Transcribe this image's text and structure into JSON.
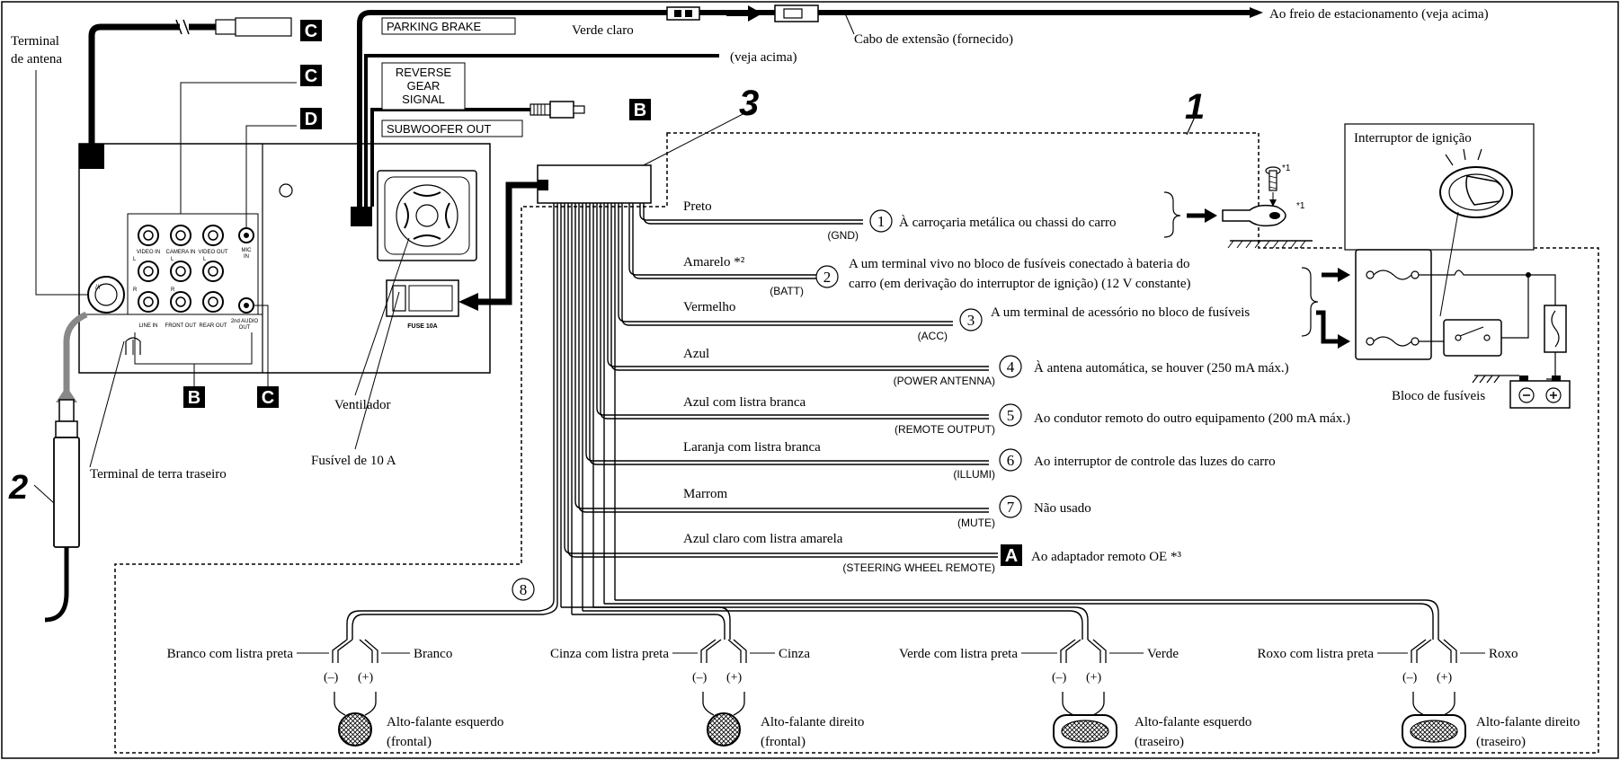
{
  "letters": {
    "A": "A",
    "B": "B",
    "C": "C",
    "D": "D"
  },
  "numbers": {
    "n1": "1",
    "n2": "2",
    "n3": "3"
  },
  "top": {
    "parking_brake": "PARKING BRAKE",
    "verde_claro": "Verde claro",
    "cabo_extensao": "Cabo de extensão (fornecido)",
    "ao_freio": "Ao freio de estacionamento (veja acima)",
    "veja_acima": "(veja acima)",
    "reverse_1": "REVERSE",
    "reverse_2": "GEAR",
    "reverse_3": "SIGNAL",
    "subwoofer_out": "SUBWOOFER OUT"
  },
  "left": {
    "terminal_antena_1": "Terminal",
    "terminal_antena_2": "de antena",
    "terminal_terra": "Terminal de terra traseiro",
    "ventilador": "Ventilador",
    "fusivel": "Fusível de 10 A",
    "fuse_label": "FUSE 10A"
  },
  "jacks": {
    "video_in": "VIDEO IN",
    "camera_in": "CAMERA IN",
    "video_out": "VIDEO OUT",
    "mic_in_1": "MIC",
    "mic_in_2": "IN",
    "line_in": "LINE IN",
    "front_out": "FRONT OUT",
    "rear_out": "REAR OUT",
    "audio_out_1": "2nd AUDIO",
    "audio_out_2": "OUT",
    "L": "L",
    "R": "R"
  },
  "wires": [
    {
      "num": "1",
      "color": "Preto",
      "signal": "(GND)",
      "desc": "À carroçaria metálica ou chassi do carro"
    },
    {
      "num": "2",
      "color": "Amarelo *²",
      "signal": "(BATT)",
      "desc": "A um terminal vivo no bloco de fusíveis conectado à bateria do",
      "desc2": "carro (em derivação do interruptor de ignição) (12 V constante)"
    },
    {
      "num": "3",
      "color": "Vermelho",
      "signal": "(ACC)",
      "desc": "A um terminal de acessório no bloco de fusíveis"
    },
    {
      "num": "4",
      "color": "Azul",
      "signal": "(POWER ANTENNA)",
      "desc": "À antena automática, se houver (250 mA máx.)"
    },
    {
      "num": "5",
      "color": "Azul com listra branca",
      "signal": "(REMOTE OUTPUT)",
      "desc": "Ao condutor remoto do outro equipamento (200 mA máx.)"
    },
    {
      "num": "6",
      "color": "Laranja com listra branca",
      "signal": "(ILLUMI)",
      "desc": "Ao interruptor de controle das luzes do carro"
    },
    {
      "num": "7",
      "color": "Marrom",
      "signal": "(MUTE)",
      "desc": "Não usado"
    },
    {
      "num": "A",
      "color": "Azul claro com listra amarela",
      "signal": "(STEERING WHEEL REMOTE)",
      "desc": "Ao adaptador remoto OE *³"
    }
  ],
  "right": {
    "interruptor": "Interruptor de ignição",
    "bloco": "Bloco de fusíveis",
    "star1a": "*1",
    "star1b": "*1"
  },
  "speakers": {
    "circle8": "8",
    "minus": "(–)",
    "plus": "(+)",
    "items": [
      {
        "neg": "Branco com listra preta",
        "pos": "Branco",
        "name1": "Alto-falante esquerdo",
        "name2": "(frontal)"
      },
      {
        "neg": "Cinza com listra preta",
        "pos": "Cinza",
        "name1": "Alto-falante direito",
        "name2": "(frontal)"
      },
      {
        "neg": "Verde com listra preta",
        "pos": "Verde",
        "name1": "Alto-falante esquerdo",
        "name2": "(traseiro)"
      },
      {
        "neg": "Roxo com listra preta",
        "pos": "Roxo",
        "name1": "Alto-falante direito",
        "name2": "(traseiro)"
      }
    ]
  }
}
